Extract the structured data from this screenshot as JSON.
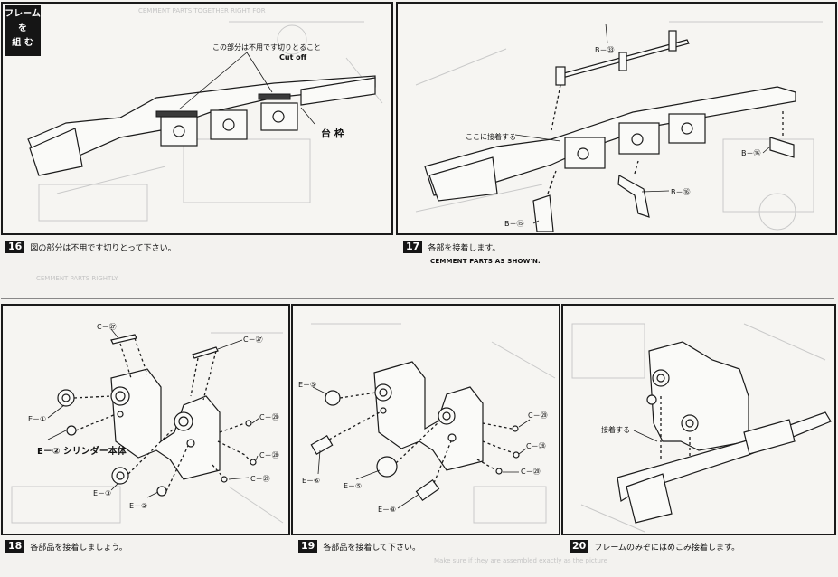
{
  "corner_tab": {
    "line1": "フレーム",
    "line2": "を",
    "line3": "組 む"
  },
  "panel16": {
    "note_jp": "この部分は不用です切りとること",
    "note_en": "Cut off",
    "label_frame": "台 枠",
    "ghost_text": "CEMMENT PARTS TOGETHER RIGHT FOR"
  },
  "panel17": {
    "label_b33": "B－㉝",
    "label_glue": "ここに接着する",
    "label_b16a": "B－⑯",
    "label_b16b": "B－⑯",
    "label_b15": "B－⑮"
  },
  "steps": {
    "s16": {
      "num": "16",
      "text": "図の部分は不用です切りとって下さい。"
    },
    "s17": {
      "num": "17",
      "text": "各部を接着します。",
      "sub": "CEMMENT PARTS AS SHOW'N."
    },
    "s18": {
      "num": "18",
      "text": "各部品を接着しましょう。"
    },
    "s19": {
      "num": "19",
      "text": "各部品を接着して下さい。"
    },
    "s20": {
      "num": "20",
      "text": "フレームのみぞにはめこみ接着します。"
    }
  },
  "ghost_between": "CEMMENT PARTS RIGHTLY.",
  "panel18": {
    "c27a": "C－㉗",
    "c27b": "C－㉗",
    "e1a": "E－①",
    "e2a": "E－②",
    "cyl": "シリンダー本体",
    "e3": "E－③",
    "e2b": "E－②",
    "c29a": "C－㉙",
    "c28": "C－㉘",
    "c29b": "C－㉙"
  },
  "panel19": {
    "e5a": "E－⑤",
    "e6": "E－⑥",
    "e5b": "E－⑤",
    "e8": "E－⑧",
    "c29a": "C－㉙",
    "c28": "C－㉘",
    "c29b": "C－㉙"
  },
  "panel20": {
    "glue": "接着する"
  },
  "footer_ghost": "Make sure if they are assembled exactly as the picture"
}
